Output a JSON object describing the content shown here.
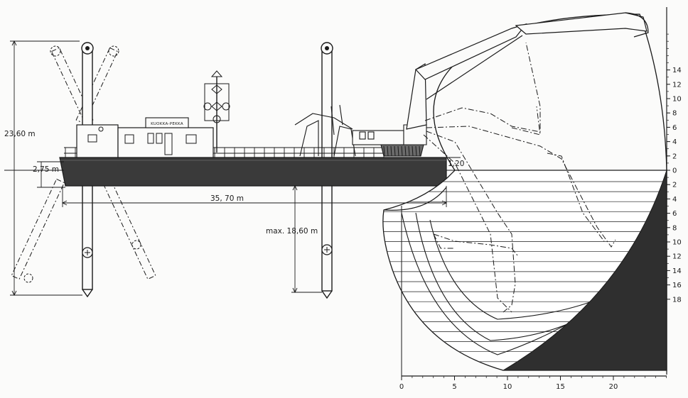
{
  "vessel": {
    "name": "KUOKKA-PEKKA"
  },
  "dimensions": {
    "spud_length": "23,60 m",
    "hull_depth": "2,75 m",
    "hull_length": "35, 70 m",
    "freeboard": "1,20",
    "max_spud_depth": "max. 18,60 m"
  },
  "depth_scale": {
    "above_waterline": [
      "14",
      "12",
      "10",
      "8",
      "6",
      "4",
      "2",
      "0"
    ],
    "below_waterline": [
      "2",
      "4",
      "6",
      "8",
      "10",
      "12",
      "14",
      "16",
      "18"
    ]
  },
  "reach_scale": {
    "labels": [
      "0",
      "5",
      "10",
      "15",
      "20"
    ]
  },
  "colors": {
    "ink": "#1a1a1a",
    "hull_fill": "#3a3a3a",
    "paper": "#fbfbfa"
  }
}
